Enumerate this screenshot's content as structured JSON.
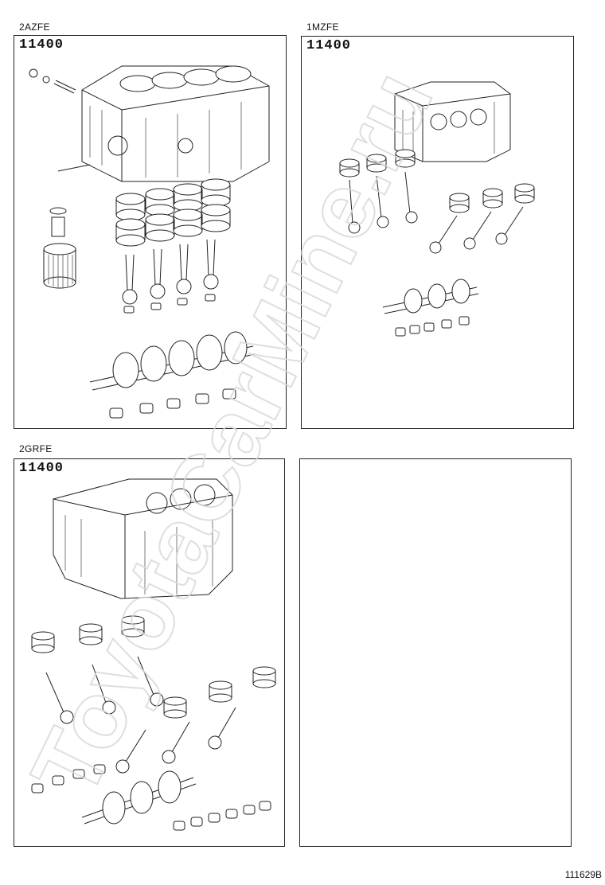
{
  "panels": [
    {
      "engine": "2AZFE",
      "part_code": "11400"
    },
    {
      "engine": "1MZFE",
      "part_code": "11400"
    },
    {
      "engine": "2GRFE",
      "part_code": "11400"
    },
    {
      "engine": "",
      "part_code": ""
    }
  ],
  "watermark": {
    "text": "ToyotaCarMine.ru",
    "color": "#d9d9d9"
  },
  "ref_code": "111629B"
}
